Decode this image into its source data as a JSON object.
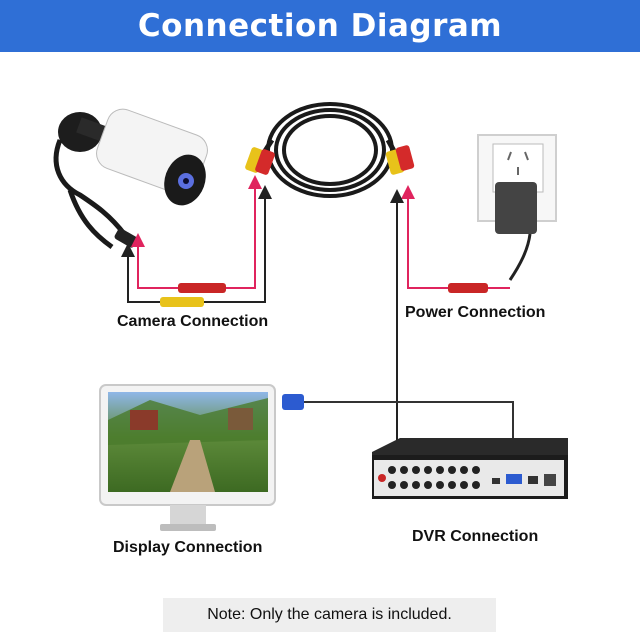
{
  "header": {
    "title": "Connection Diagram"
  },
  "labels": {
    "camera": "Camera Connection",
    "power": "Power Connection",
    "display": "Display Connection",
    "dvr": "DVR Connection"
  },
  "note": "Note: Only the camera is included.",
  "colors": {
    "header_bg": "#2f6fd6",
    "power_line": "#e0245e",
    "video_line": "#222222"
  },
  "icons": [
    "bullet-camera-icon",
    "bnc-power-cable-icon",
    "wall-outlet-icon",
    "power-adapter-icon",
    "monitor-icon",
    "vga-connector-icon",
    "dvr-recorder-icon"
  ]
}
